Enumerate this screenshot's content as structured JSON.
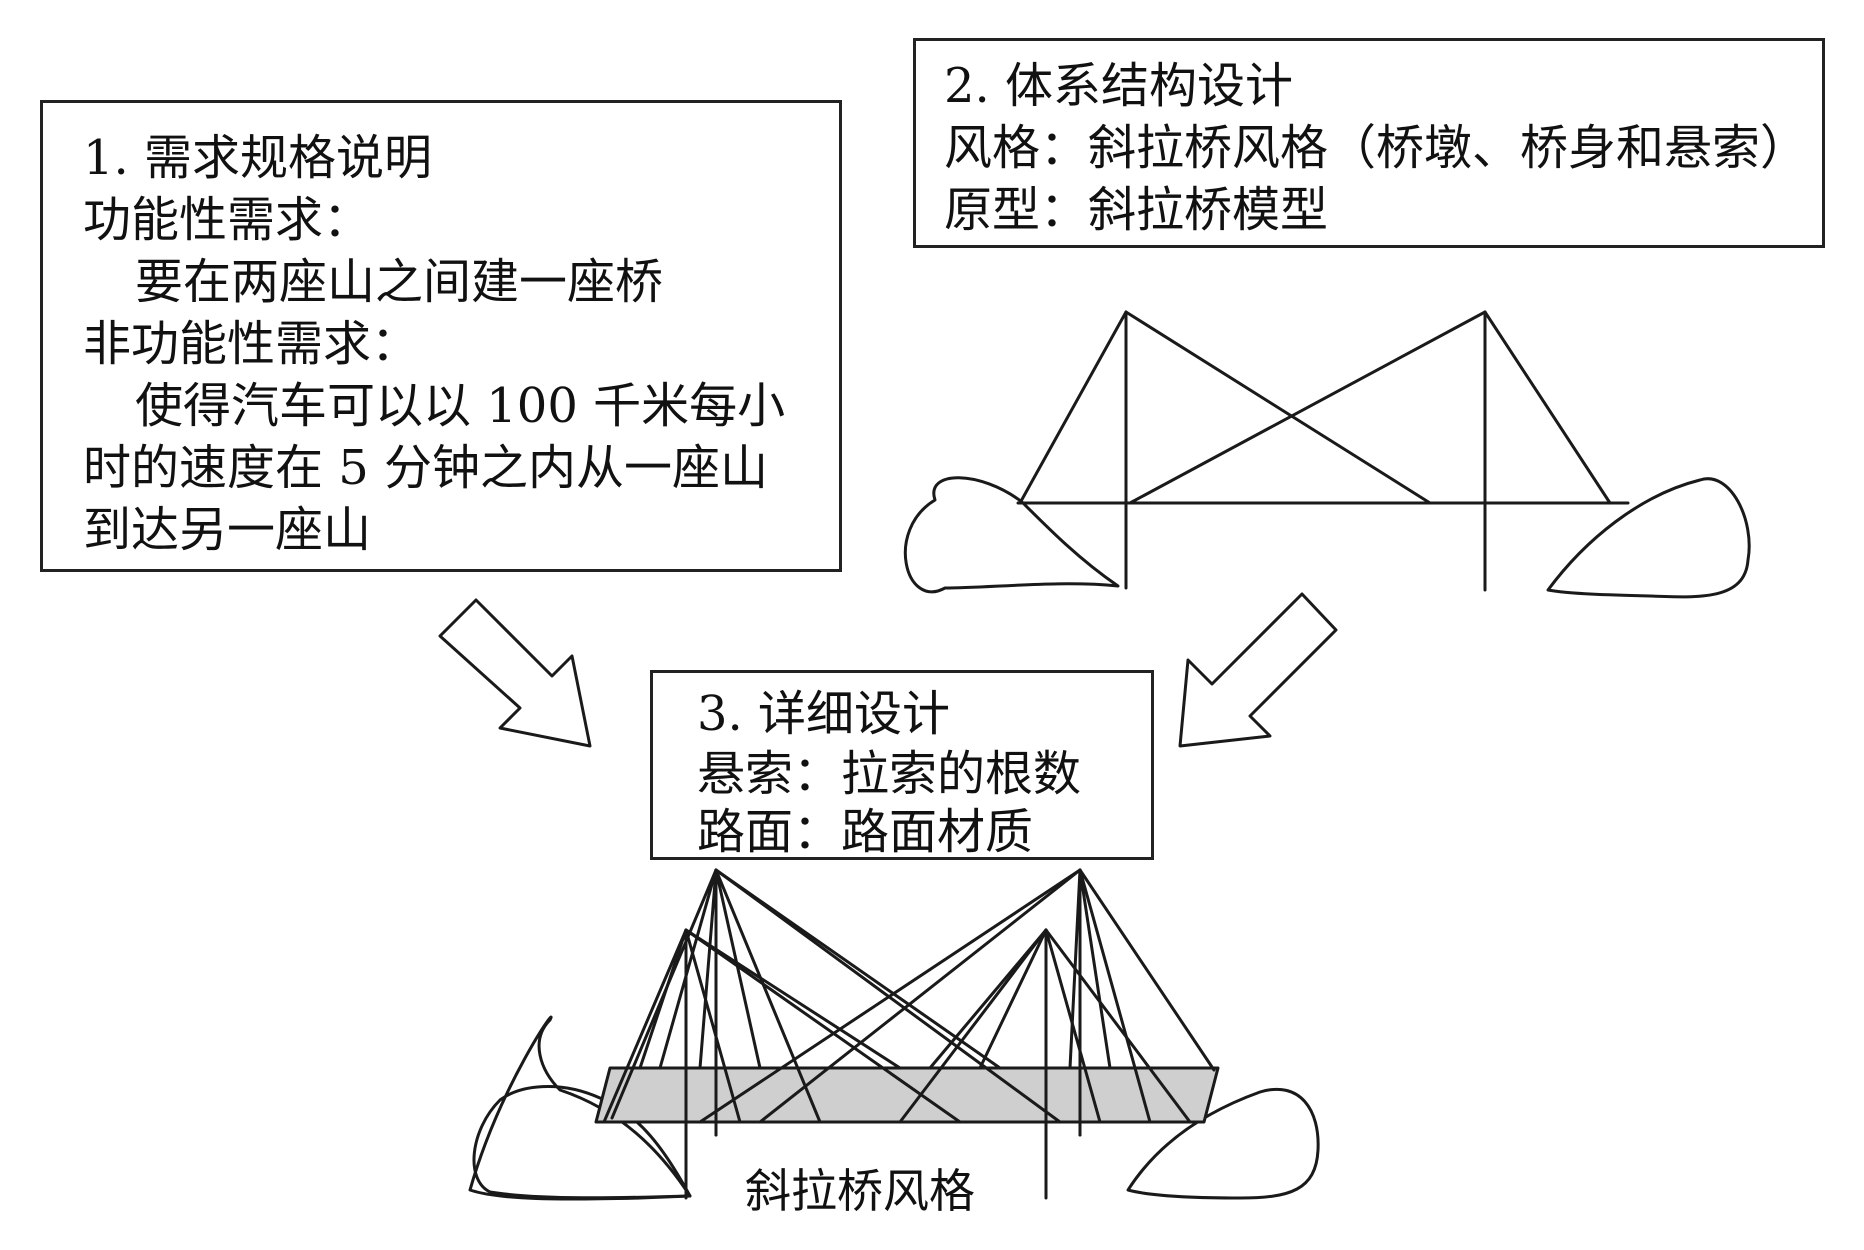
{
  "box1": {
    "lines": [
      "1. 需求规格说明",
      "功能性需求：",
      "要在两座山之间建一座桥",
      "非功能性需求：",
      "使得汽车可以以 100 千米每小",
      "时的速度在 5 分钟之内从一座山",
      "到达另一座山"
    ]
  },
  "box2": {
    "lines": [
      "2. 体系结构设计",
      "风格：斜拉桥风格（桥墩、桥身和悬索）",
      "原型：斜拉桥模型"
    ]
  },
  "box3": {
    "lines": [
      "3. 详细设计",
      "悬索：拉索的根数",
      "路面：路面材质"
    ]
  },
  "caption": "斜拉桥风格",
  "colors": {
    "stroke": "#1a1a1a",
    "deck_fill": "#cfcfcf"
  }
}
